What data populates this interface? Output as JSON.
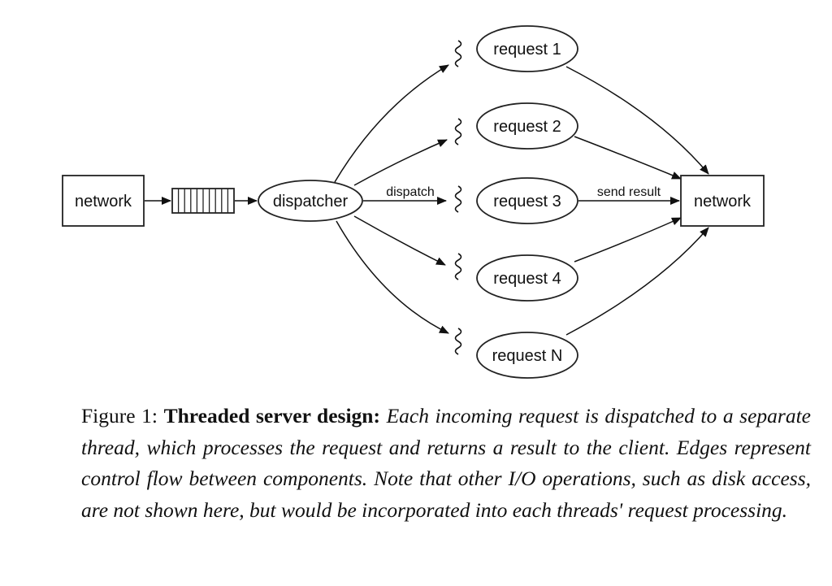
{
  "diagram": {
    "nodes": {
      "network_in": "network",
      "dispatcher": "dispatcher",
      "request_1": "request 1",
      "request_2": "request 2",
      "request_3": "request 3",
      "request_4": "request 4",
      "request_n": "request N",
      "network_out": "network"
    },
    "edge_labels": {
      "dispatch": "dispatch",
      "send_result": "send result"
    }
  },
  "caption": {
    "number": "Figure 1:",
    "title": "Threaded server design:",
    "body": "Each incoming request is dispatched to a separate thread, which processes the request and returns a result to the client. Edges represent control flow between components. Note that other I/O operations, such as disk access, are not shown here, but would be incorporated into each threads' request processing."
  }
}
